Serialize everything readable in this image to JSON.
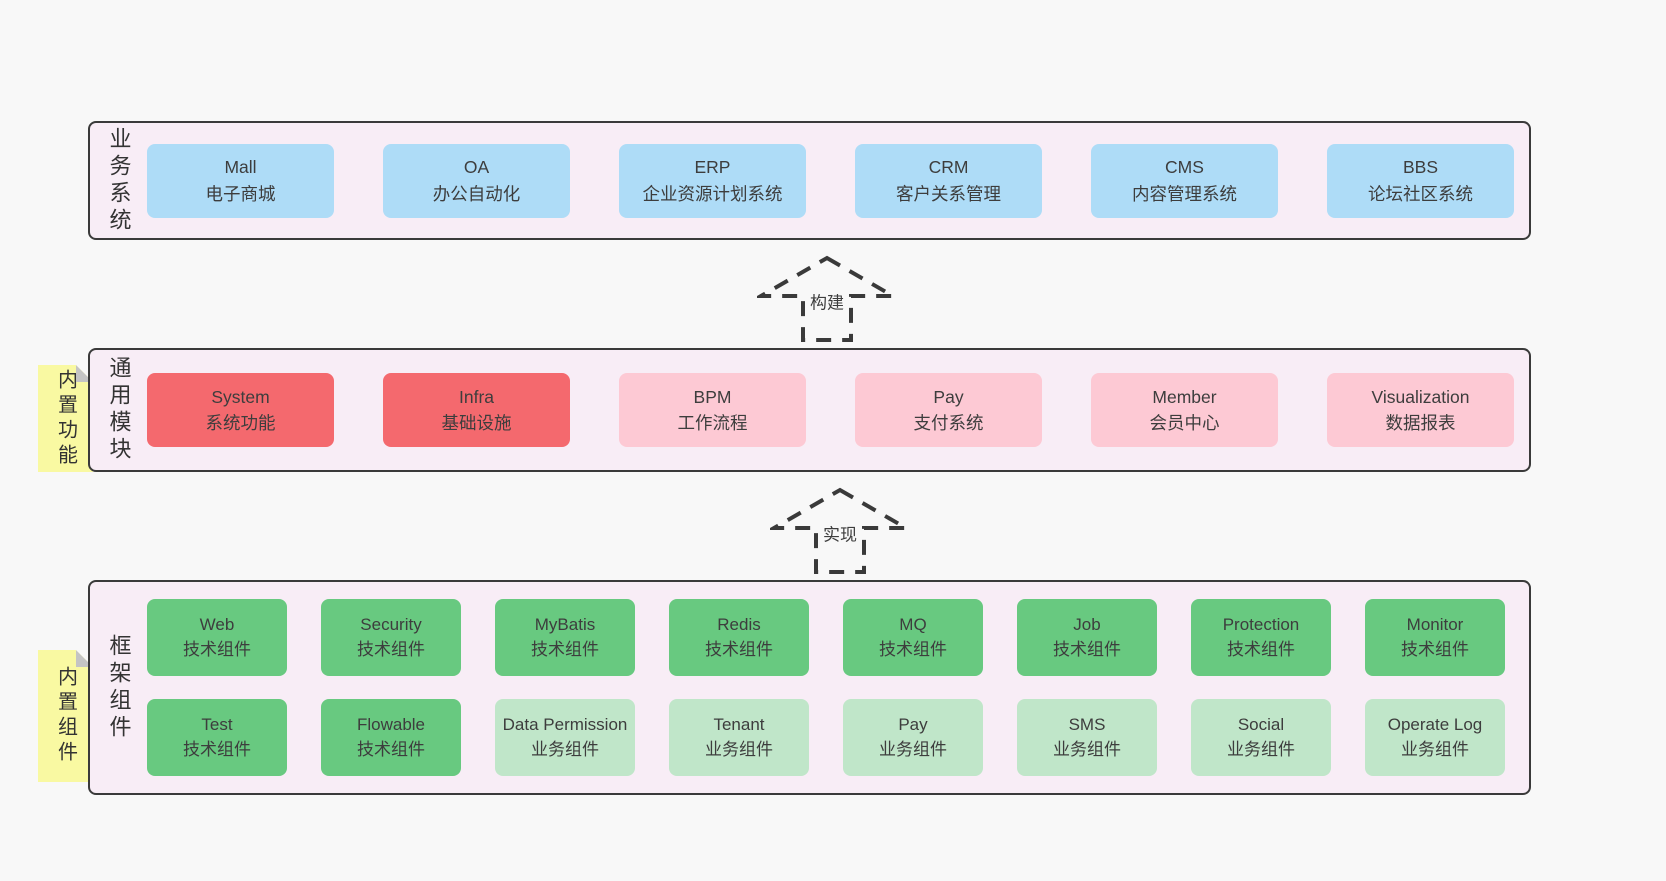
{
  "palette": {
    "page_bg": "#f8f8f8",
    "layer_bg": "#f8edf6",
    "layer_border": "#3a3a3a",
    "text": "#3d3d3d",
    "blue": "#aedcf7",
    "red": "#f4696e",
    "pink": "#fdc9d4",
    "green": "#68c980",
    "light_green": "#c0e6c9",
    "note_yellow": "#f9f9a2",
    "note_fold": "#c4c4c4"
  },
  "layers": [
    {
      "id": "business-systems",
      "label": "业务系统",
      "rows": [
        [
          {
            "name": "Mall",
            "sub": "电子商城",
            "color": "blue"
          },
          {
            "name": "OA",
            "sub": "办公自动化",
            "color": "blue"
          },
          {
            "name": "ERP",
            "sub": "企业资源计划系统",
            "color": "blue"
          },
          {
            "name": "CRM",
            "sub": "客户关系管理",
            "color": "blue"
          },
          {
            "name": "CMS",
            "sub": "内容管理系统",
            "color": "blue"
          },
          {
            "name": "BBS",
            "sub": "论坛社区系统",
            "color": "blue"
          }
        ]
      ]
    },
    {
      "id": "common-modules",
      "label": "通用模块",
      "note": "内置功能",
      "rows": [
        [
          {
            "name": "System",
            "sub": "系统功能",
            "color": "red"
          },
          {
            "name": "Infra",
            "sub": "基础设施",
            "color": "red"
          },
          {
            "name": "BPM",
            "sub": "工作流程",
            "color": "pink"
          },
          {
            "name": "Pay",
            "sub": "支付系统",
            "color": "pink"
          },
          {
            "name": "Member",
            "sub": "会员中心",
            "color": "pink"
          },
          {
            "name": "Visualization",
            "sub": "数据报表",
            "color": "pink"
          }
        ]
      ]
    },
    {
      "id": "framework-components",
      "label": "框架组件",
      "note": "内置组件",
      "rows": [
        [
          {
            "name": "Web",
            "sub": "技术组件",
            "color": "green"
          },
          {
            "name": "Security",
            "sub": "技术组件",
            "color": "green"
          },
          {
            "name": "MyBatis",
            "sub": "技术组件",
            "color": "green"
          },
          {
            "name": "Redis",
            "sub": "技术组件",
            "color": "green"
          },
          {
            "name": "MQ",
            "sub": "技术组件",
            "color": "green"
          },
          {
            "name": "Job",
            "sub": "技术组件",
            "color": "green"
          },
          {
            "name": "Protection",
            "sub": "技术组件",
            "color": "green"
          },
          {
            "name": "Monitor",
            "sub": "技术组件",
            "color": "green"
          }
        ],
        [
          {
            "name": "Test",
            "sub": "技术组件",
            "color": "green"
          },
          {
            "name": "Flowable",
            "sub": "技术组件",
            "color": "green"
          },
          {
            "name": "Data Permission",
            "sub": "业务组件",
            "color": "light_green"
          },
          {
            "name": "Tenant",
            "sub": "业务组件",
            "color": "light_green"
          },
          {
            "name": "Pay",
            "sub": "业务组件",
            "color": "light_green"
          },
          {
            "name": "SMS",
            "sub": "业务组件",
            "color": "light_green"
          },
          {
            "name": "Social",
            "sub": "业务组件",
            "color": "light_green"
          },
          {
            "name": "Operate Log",
            "sub": "业务组件",
            "color": "light_green"
          }
        ]
      ]
    }
  ],
  "arrows": [
    {
      "id": "build",
      "label": "构建"
    },
    {
      "id": "implement",
      "label": "实现"
    }
  ]
}
